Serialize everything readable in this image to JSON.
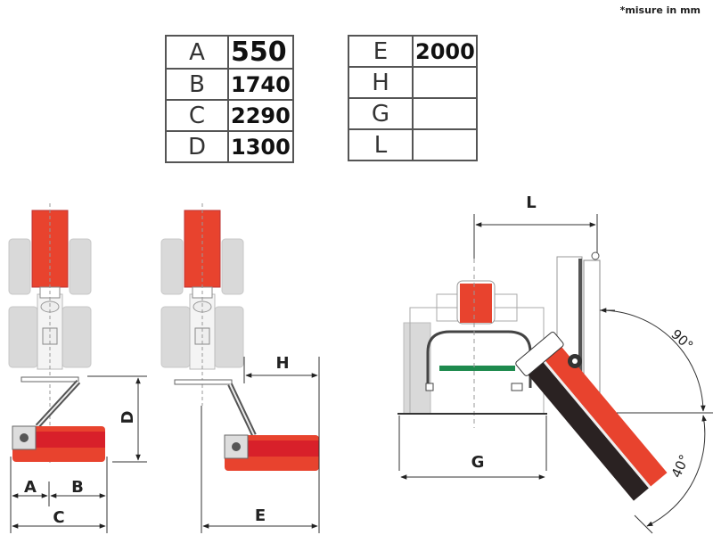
{
  "note": "*misure in mm",
  "table_left": {
    "rows": [
      {
        "label": "A",
        "value": "550"
      },
      {
        "label": "B",
        "value": "1740"
      },
      {
        "label": "C",
        "value": "2290"
      },
      {
        "label": "D",
        "value": "1300"
      }
    ]
  },
  "table_right": {
    "rows": [
      {
        "label": "E",
        "value": "2000"
      },
      {
        "label": "H",
        "value": ""
      },
      {
        "label": "G",
        "value": ""
      },
      {
        "label": "L",
        "value": ""
      }
    ]
  },
  "diagrams": {
    "view1": {
      "dims": {
        "A": "A",
        "B": "B",
        "C": "C",
        "D": "D"
      }
    },
    "view2": {
      "dims": {
        "H": "H",
        "E": "E"
      }
    },
    "view3": {
      "dims": {
        "L": "L",
        "G": "G"
      },
      "angles": {
        "up": "90°",
        "down": "40°"
      }
    }
  },
  "colors": {
    "mower_red": "#e8432e",
    "tractor_gray": "#d9d9d9",
    "green_bar": "#1e8a4e",
    "dark_body": "#2a2222"
  }
}
